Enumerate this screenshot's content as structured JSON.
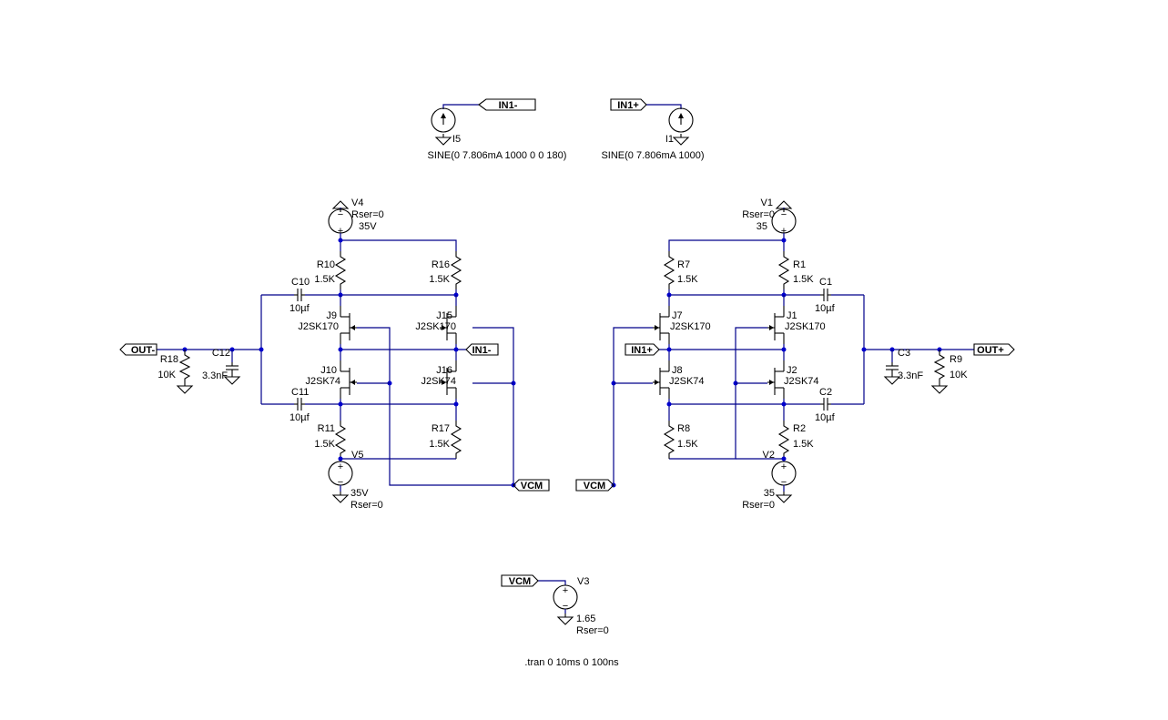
{
  "components": {
    "I5": {
      "ref": "I5",
      "value": "SINE(0 7.806mA 1000 0 0 180)"
    },
    "I1": {
      "ref": "I1",
      "value": "SINE(0 7.806mA 1000)"
    },
    "V4": {
      "ref": "V4",
      "value": "35V",
      "param": "Rser=0"
    },
    "V5": {
      "ref": "V5",
      "value": "35V",
      "param": "Rser=0"
    },
    "V1": {
      "ref": "V1",
      "value": "35",
      "param": "Rser=0"
    },
    "V2": {
      "ref": "V2",
      "value": "35",
      "param": "Rser=0"
    },
    "V3": {
      "ref": "V3",
      "value": "1.65",
      "param": "Rser=0"
    },
    "R10": {
      "ref": "R10",
      "value": "1.5K"
    },
    "R16": {
      "ref": "R16",
      "value": "1.5K"
    },
    "R11": {
      "ref": "R11",
      "value": "1.5K"
    },
    "R17": {
      "ref": "R17",
      "value": "1.5K"
    },
    "R7": {
      "ref": "R7",
      "value": "1.5K"
    },
    "R1": {
      "ref": "R1",
      "value": "1.5K"
    },
    "R8": {
      "ref": "R8",
      "value": "1.5K"
    },
    "R2": {
      "ref": "R2",
      "value": "1.5K"
    },
    "R18": {
      "ref": "R18",
      "value": "10K"
    },
    "R9": {
      "ref": "R9",
      "value": "10K"
    },
    "C10": {
      "ref": "C10",
      "value": "10µf"
    },
    "C11": {
      "ref": "C11",
      "value": "10µf"
    },
    "C1": {
      "ref": "C1",
      "value": "10µf"
    },
    "C2": {
      "ref": "C2",
      "value": "10µf"
    },
    "C12": {
      "ref": "C12",
      "value": "3.3nF"
    },
    "C3": {
      "ref": "C3",
      "value": "3.3nF"
    },
    "J9": {
      "ref": "J9",
      "value": "J2SK170"
    },
    "J15": {
      "ref": "J15",
      "value": "J2SK170"
    },
    "J10": {
      "ref": "J10",
      "value": "J2SK74"
    },
    "J16": {
      "ref": "J16",
      "value": "J2SK74"
    },
    "J7": {
      "ref": "J7",
      "value": "J2SK170"
    },
    "J1": {
      "ref": "J1",
      "value": "J2SK170"
    },
    "J8": {
      "ref": "J8",
      "value": "J2SK74"
    },
    "J2": {
      "ref": "J2",
      "value": "J2SK74"
    }
  },
  "nets": {
    "in1_minus": "IN1-",
    "in1_plus": "IN1+",
    "out_minus": "OUT-",
    "out_plus": "OUT+",
    "vcm": "VCM"
  },
  "directive": ".tran 0 10ms 0 100ns",
  "colors": {
    "wire": "#00008b",
    "junction": "#0000cd",
    "symbol": "#000000",
    "background": "#ffffff"
  }
}
